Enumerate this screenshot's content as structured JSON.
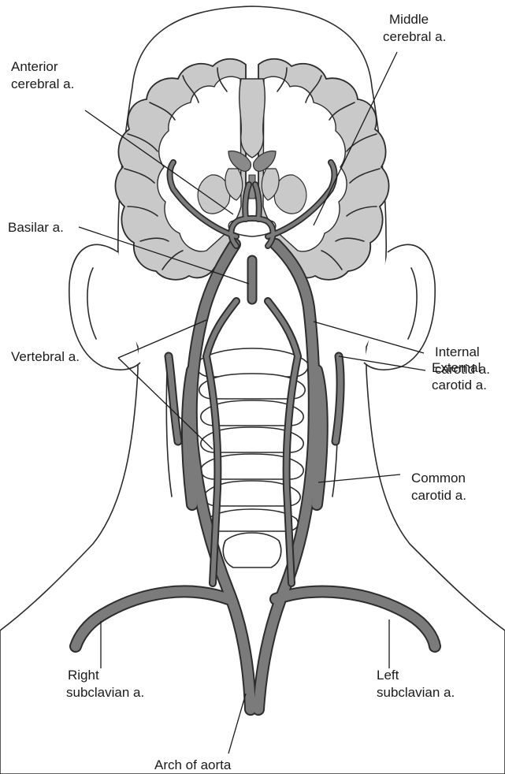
{
  "colors": {
    "artery": "#7b7b7b",
    "artery_edge": "#2d2d2d",
    "brain_gray": "#c9c9c9",
    "ventricle": "#8a8a8a",
    "bone": "#ffffff",
    "line": "#1a1a1a"
  },
  "labels": {
    "anterior_cerebral": [
      "Anterior",
      "cerebral a."
    ],
    "middle_cerebral": [
      "Middle",
      "cerebral a."
    ],
    "basilar": [
      "Basilar a."
    ],
    "internal_carotid": [
      "Internal",
      "carotid a."
    ],
    "vertebral": [
      "Vertebral a."
    ],
    "external_carotid": [
      "External",
      "carotid a."
    ],
    "common_carotid": [
      "Common",
      "carotid a."
    ],
    "right_subclavian": [
      "Right",
      "subclavian a."
    ],
    "left_subclavian": [
      "Left",
      "subclavian a."
    ],
    "arch_of_aorta": [
      "Arch of aorta"
    ]
  }
}
